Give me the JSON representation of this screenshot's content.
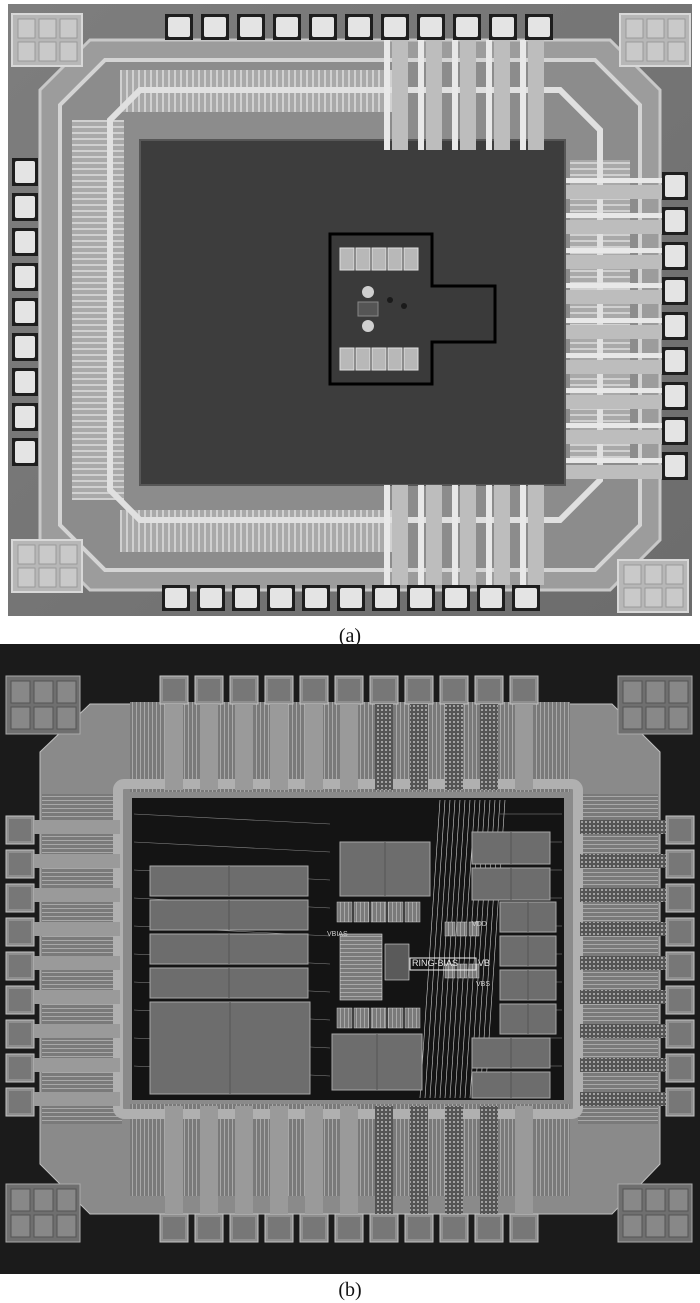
{
  "figure": {
    "panel_a": {
      "caption": "(a)",
      "description_icon": "die-micrograph",
      "colors": {
        "die_core": "#3c3c3c",
        "ring": "#9a9a9a",
        "pad": "#e6e6e6",
        "highlight_box": "#000000"
      }
    },
    "panel_b": {
      "caption": "(b)",
      "description_icon": "layout-drawing",
      "labels": {
        "ring_bias": "RING-BIAS",
        "vb": "VB",
        "vdd": "VDD",
        "vbs": "VBS",
        "vbias": "VBIAS"
      },
      "colors": {
        "background": "#1b1b1b",
        "metal": "#8a8a8a",
        "block": "#6a6a6a",
        "trace": "#cfcfcf"
      }
    }
  }
}
